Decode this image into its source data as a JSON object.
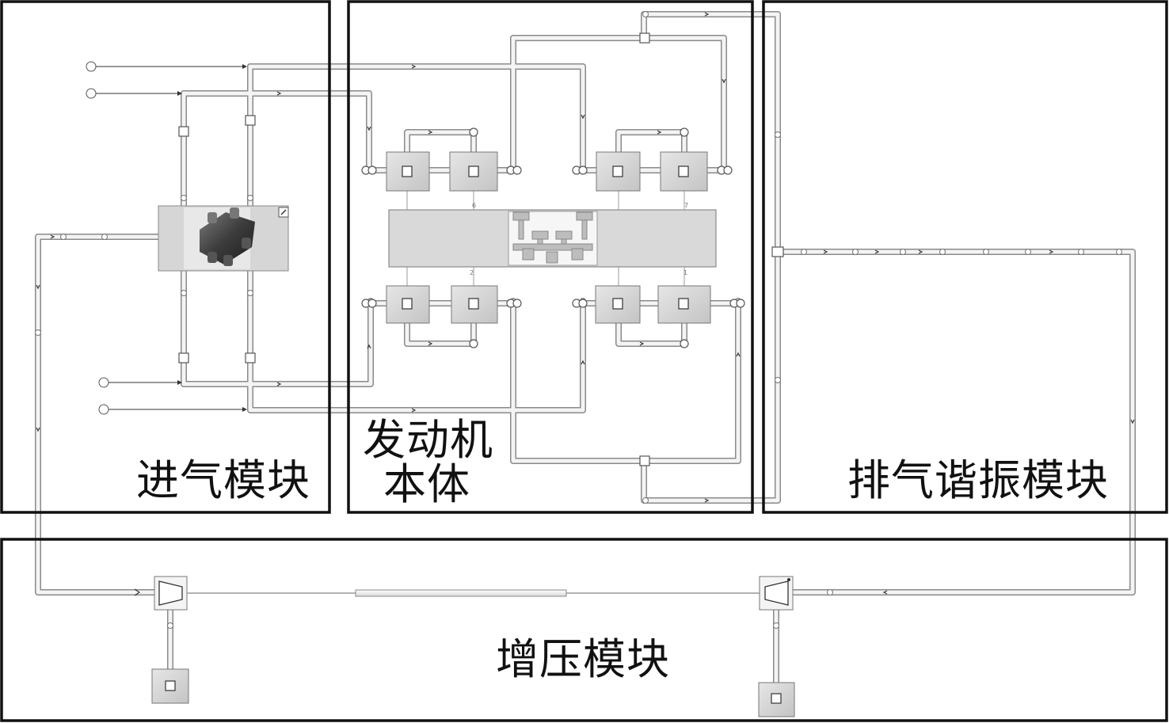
{
  "modules": {
    "intake": "进气模块",
    "engine_line1": "发动机",
    "engine_line2": "本体",
    "exhaust": "排气谐振模块",
    "boost": "增压模块"
  },
  "cylinder_numbers": [
    "6",
    "7",
    "2",
    "1"
  ],
  "colors": {
    "frame": "#111111",
    "pipe_fill": "#f2f2f2",
    "pipe_stroke": "#8a8a8a",
    "block_fill": "#d9d9d9",
    "block_stroke": "#777777"
  }
}
